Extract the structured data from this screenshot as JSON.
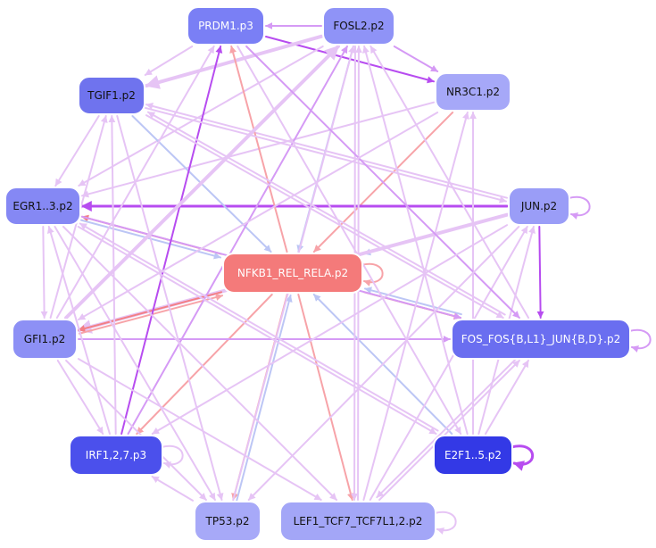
{
  "nodes": [
    {
      "id": "prdm1",
      "label": "PRDM1.p3",
      "fill": "#7a7ff5",
      "text": "#ffffff"
    },
    {
      "id": "fosl2",
      "label": "FOSL2.p2",
      "fill": "#8f93f7",
      "text": "#111111"
    },
    {
      "id": "tgif1",
      "label": "TGIF1.p2",
      "fill": "#6f73ee",
      "text": "#111111"
    },
    {
      "id": "nr3c1",
      "label": "NR3C1.p2",
      "fill": "#a6a8f8",
      "text": "#111111"
    },
    {
      "id": "egr13",
      "label": "EGR1..3.p2",
      "fill": "#8588f4",
      "text": "#111111"
    },
    {
      "id": "jun",
      "label": "JUN.p2",
      "fill": "#9a9df7",
      "text": "#111111"
    },
    {
      "id": "nfkb1",
      "label": "NFKB1_REL_RELA.p2",
      "fill": "#f47a7a",
      "text": "#ffffff"
    },
    {
      "id": "gfi1",
      "label": "GFI1.p2",
      "fill": "#8d90f5",
      "text": "#111111"
    },
    {
      "id": "fos",
      "label": "FOS_FOS{B,L1}_JUN{B,D}.p2",
      "fill": "#6a6ef0",
      "text": "#ffffff"
    },
    {
      "id": "irf",
      "label": "IRF1,2,7.p3",
      "fill": "#4b50ec",
      "text": "#ffffff"
    },
    {
      "id": "e2f",
      "label": "E2F1..5.p2",
      "fill": "#3339e6",
      "text": "#ffffff"
    },
    {
      "id": "tp53",
      "label": "TP53.p2",
      "fill": "#a7a9f8",
      "text": "#111111"
    },
    {
      "id": "lef1",
      "label": "LEF1_TCF7_TCF7L1,2.p2",
      "fill": "#a3a6f7",
      "text": "#111111"
    }
  ],
  "colors": {
    "lightPurple": "#e6c4f5",
    "midPurple": "#d59af5",
    "darkPurple": "#b74cf0",
    "pink": "#f7a3a8",
    "red": "#f37f84",
    "blue": "#bcc6f5"
  },
  "edges": [
    {
      "from": "fosl2",
      "to": "prdm1",
      "c": "midPurple",
      "w": 2
    },
    {
      "from": "prdm1",
      "to": "nr3c1",
      "c": "darkPurple",
      "w": 2
    },
    {
      "from": "fosl2",
      "to": "tgif1",
      "c": "lightPurple",
      "w": 4
    },
    {
      "from": "prdm1",
      "to": "tgif1",
      "c": "lightPurple",
      "w": 2
    },
    {
      "from": "nr3c1",
      "to": "egr13",
      "c": "lightPurple",
      "w": 2
    },
    {
      "from": "nr3c1",
      "to": "nfkb1",
      "c": "pink",
      "w": 2
    },
    {
      "from": "tgif1",
      "to": "egr13",
      "c": "lightPurple",
      "w": 2
    },
    {
      "from": "fosl2",
      "to": "egr13",
      "c": "lightPurple",
      "w": 2
    },
    {
      "from": "jun",
      "to": "egr13",
      "c": "darkPurple",
      "w": 3
    },
    {
      "from": "jun",
      "to": "jun",
      "c": "midPurple",
      "w": 2
    },
    {
      "from": "jun",
      "to": "fos",
      "c": "darkPurple",
      "w": 2
    },
    {
      "from": "jun",
      "to": "tgif1",
      "c": "lightPurple",
      "w": 2
    },
    {
      "from": "jun",
      "to": "nfkb1",
      "c": "blue",
      "w": 2
    },
    {
      "from": "jun",
      "to": "gfi1",
      "c": "lightPurple",
      "w": 4
    },
    {
      "from": "nfkb1",
      "to": "egr13",
      "c": "red",
      "w": 2
    },
    {
      "from": "egr13",
      "to": "nfkb1",
      "c": "blue",
      "w": 2
    },
    {
      "from": "nfkb1",
      "to": "nfkb1",
      "c": "pink",
      "w": 2
    },
    {
      "from": "nfkb1",
      "to": "fos",
      "c": "red",
      "w": 2
    },
    {
      "from": "fos",
      "to": "nfkb1",
      "c": "blue",
      "w": 2
    },
    {
      "from": "nfkb1",
      "to": "gfi1",
      "c": "red",
      "w": 2
    },
    {
      "from": "gfi1",
      "to": "nfkb1",
      "c": "pink",
      "w": 2
    },
    {
      "from": "nfkb1",
      "to": "irf",
      "c": "pink",
      "w": 2
    },
    {
      "from": "nfkb1",
      "to": "tp53",
      "c": "pink",
      "w": 2
    },
    {
      "from": "nfkb1",
      "to": "lef1",
      "c": "pink",
      "w": 2
    },
    {
      "from": "nfkb1",
      "to": "prdm1",
      "c": "pink",
      "w": 2
    },
    {
      "from": "fosl2",
      "to": "nfkb1",
      "c": "blue",
      "w": 2
    },
    {
      "from": "tp53",
      "to": "nfkb1",
      "c": "blue",
      "w": 2
    },
    {
      "from": "e2f",
      "to": "nfkb1",
      "c": "blue",
      "w": 2
    },
    {
      "from": "tgif1",
      "to": "nfkb1",
      "c": "blue",
      "w": 2
    },
    {
      "from": "egr13",
      "to": "fos",
      "c": "midPurple",
      "w": 2
    },
    {
      "from": "gfi1",
      "to": "fos",
      "c": "midPurple",
      "w": 2
    },
    {
      "from": "fos",
      "to": "fos",
      "c": "midPurple",
      "w": 2
    },
    {
      "from": "e2f",
      "to": "e2f",
      "c": "darkPurple",
      "w": 3
    },
    {
      "from": "e2f",
      "to": "fos",
      "c": "lightPurple",
      "w": 2
    },
    {
      "from": "e2f",
      "to": "jun",
      "c": "lightPurple",
      "w": 2
    },
    {
      "from": "e2f",
      "to": "fosl2",
      "c": "lightPurple",
      "w": 2
    },
    {
      "from": "e2f",
      "to": "nr3c1",
      "c": "lightPurple",
      "w": 2
    },
    {
      "from": "lef1",
      "to": "lef1",
      "c": "lightPurple",
      "w": 2
    },
    {
      "from": "lef1",
      "to": "fos",
      "c": "lightPurple",
      "w": 2
    },
    {
      "from": "lef1",
      "to": "jun",
      "c": "lightPurple",
      "w": 2
    },
    {
      "from": "lef1",
      "to": "nr3c1",
      "c": "lightPurple",
      "w": 2
    },
    {
      "from": "lef1",
      "to": "fosl2",
      "c": "lightPurple",
      "w": 2
    },
    {
      "from": "tp53",
      "to": "irf",
      "c": "lightPurple",
      "w": 2
    },
    {
      "from": "tp53",
      "to": "fosl2",
      "c": "lightPurple",
      "w": 2
    },
    {
      "from": "irf",
      "to": "irf",
      "c": "lightPurple",
      "w": 2
    },
    {
      "from": "irf",
      "to": "fosl2",
      "c": "midPurple",
      "w": 2
    },
    {
      "from": "irf",
      "to": "prdm1",
      "c": "darkPurple",
      "w": 2
    },
    {
      "from": "irf",
      "to": "tgif1",
      "c": "lightPurple",
      "w": 2
    },
    {
      "from": "irf",
      "to": "egr13",
      "c": "lightPurple",
      "w": 2
    },
    {
      "from": "gfi1",
      "to": "tgif1",
      "c": "lightPurple",
      "w": 2
    },
    {
      "from": "gfi1",
      "to": "fosl2",
      "c": "lightPurple",
      "w": 4
    },
    {
      "from": "gfi1",
      "to": "prdm1",
      "c": "lightPurple",
      "w": 2
    },
    {
      "from": "gfi1",
      "to": "tp53",
      "c": "lightPurple",
      "w": 2
    },
    {
      "from": "gfi1",
      "to": "lef1",
      "c": "lightPurple",
      "w": 2
    },
    {
      "from": "gfi1",
      "to": "irf",
      "c": "lightPurple",
      "w": 2
    },
    {
      "from": "egr13",
      "to": "gfi1",
      "c": "lightPurple",
      "w": 2
    },
    {
      "from": "egr13",
      "to": "tp53",
      "c": "lightPurple",
      "w": 2
    },
    {
      "from": "egr13",
      "to": "lef1",
      "c": "lightPurple",
      "w": 2
    },
    {
      "from": "egr13",
      "to": "e2f",
      "c": "lightPurple",
      "w": 2
    },
    {
      "from": "tgif1",
      "to": "jun",
      "c": "lightPurple",
      "w": 2
    },
    {
      "from": "tgif1",
      "to": "fos",
      "c": "lightPurple",
      "w": 2
    },
    {
      "from": "tgif1",
      "to": "tp53",
      "c": "lightPurple",
      "w": 2
    },
    {
      "from": "fosl2",
      "to": "lef1",
      "c": "lightPurple",
      "w": 2
    },
    {
      "from": "prdm1",
      "to": "fos",
      "c": "midPurple",
      "w": 2
    },
    {
      "from": "prdm1",
      "to": "e2f",
      "c": "lightPurple",
      "w": 2
    },
    {
      "from": "jun",
      "to": "irf",
      "c": "lightPurple",
      "w": 2
    },
    {
      "from": "jun",
      "to": "tp53",
      "c": "lightPurple",
      "w": 2
    },
    {
      "from": "fos",
      "to": "lef1",
      "c": "lightPurple",
      "w": 2
    },
    {
      "from": "fos",
      "to": "fosl2",
      "c": "lightPurple",
      "w": 2
    },
    {
      "from": "fos",
      "to": "tgif1",
      "c": "lightPurple",
      "w": 2
    },
    {
      "from": "e2f",
      "to": "egr13",
      "c": "lightPurple",
      "w": 2
    },
    {
      "from": "nr3c1",
      "to": "gfi1",
      "c": "lightPurple",
      "w": 2
    },
    {
      "from": "fosl2",
      "to": "nr3c1",
      "c": "midPurple",
      "w": 2
    }
  ]
}
